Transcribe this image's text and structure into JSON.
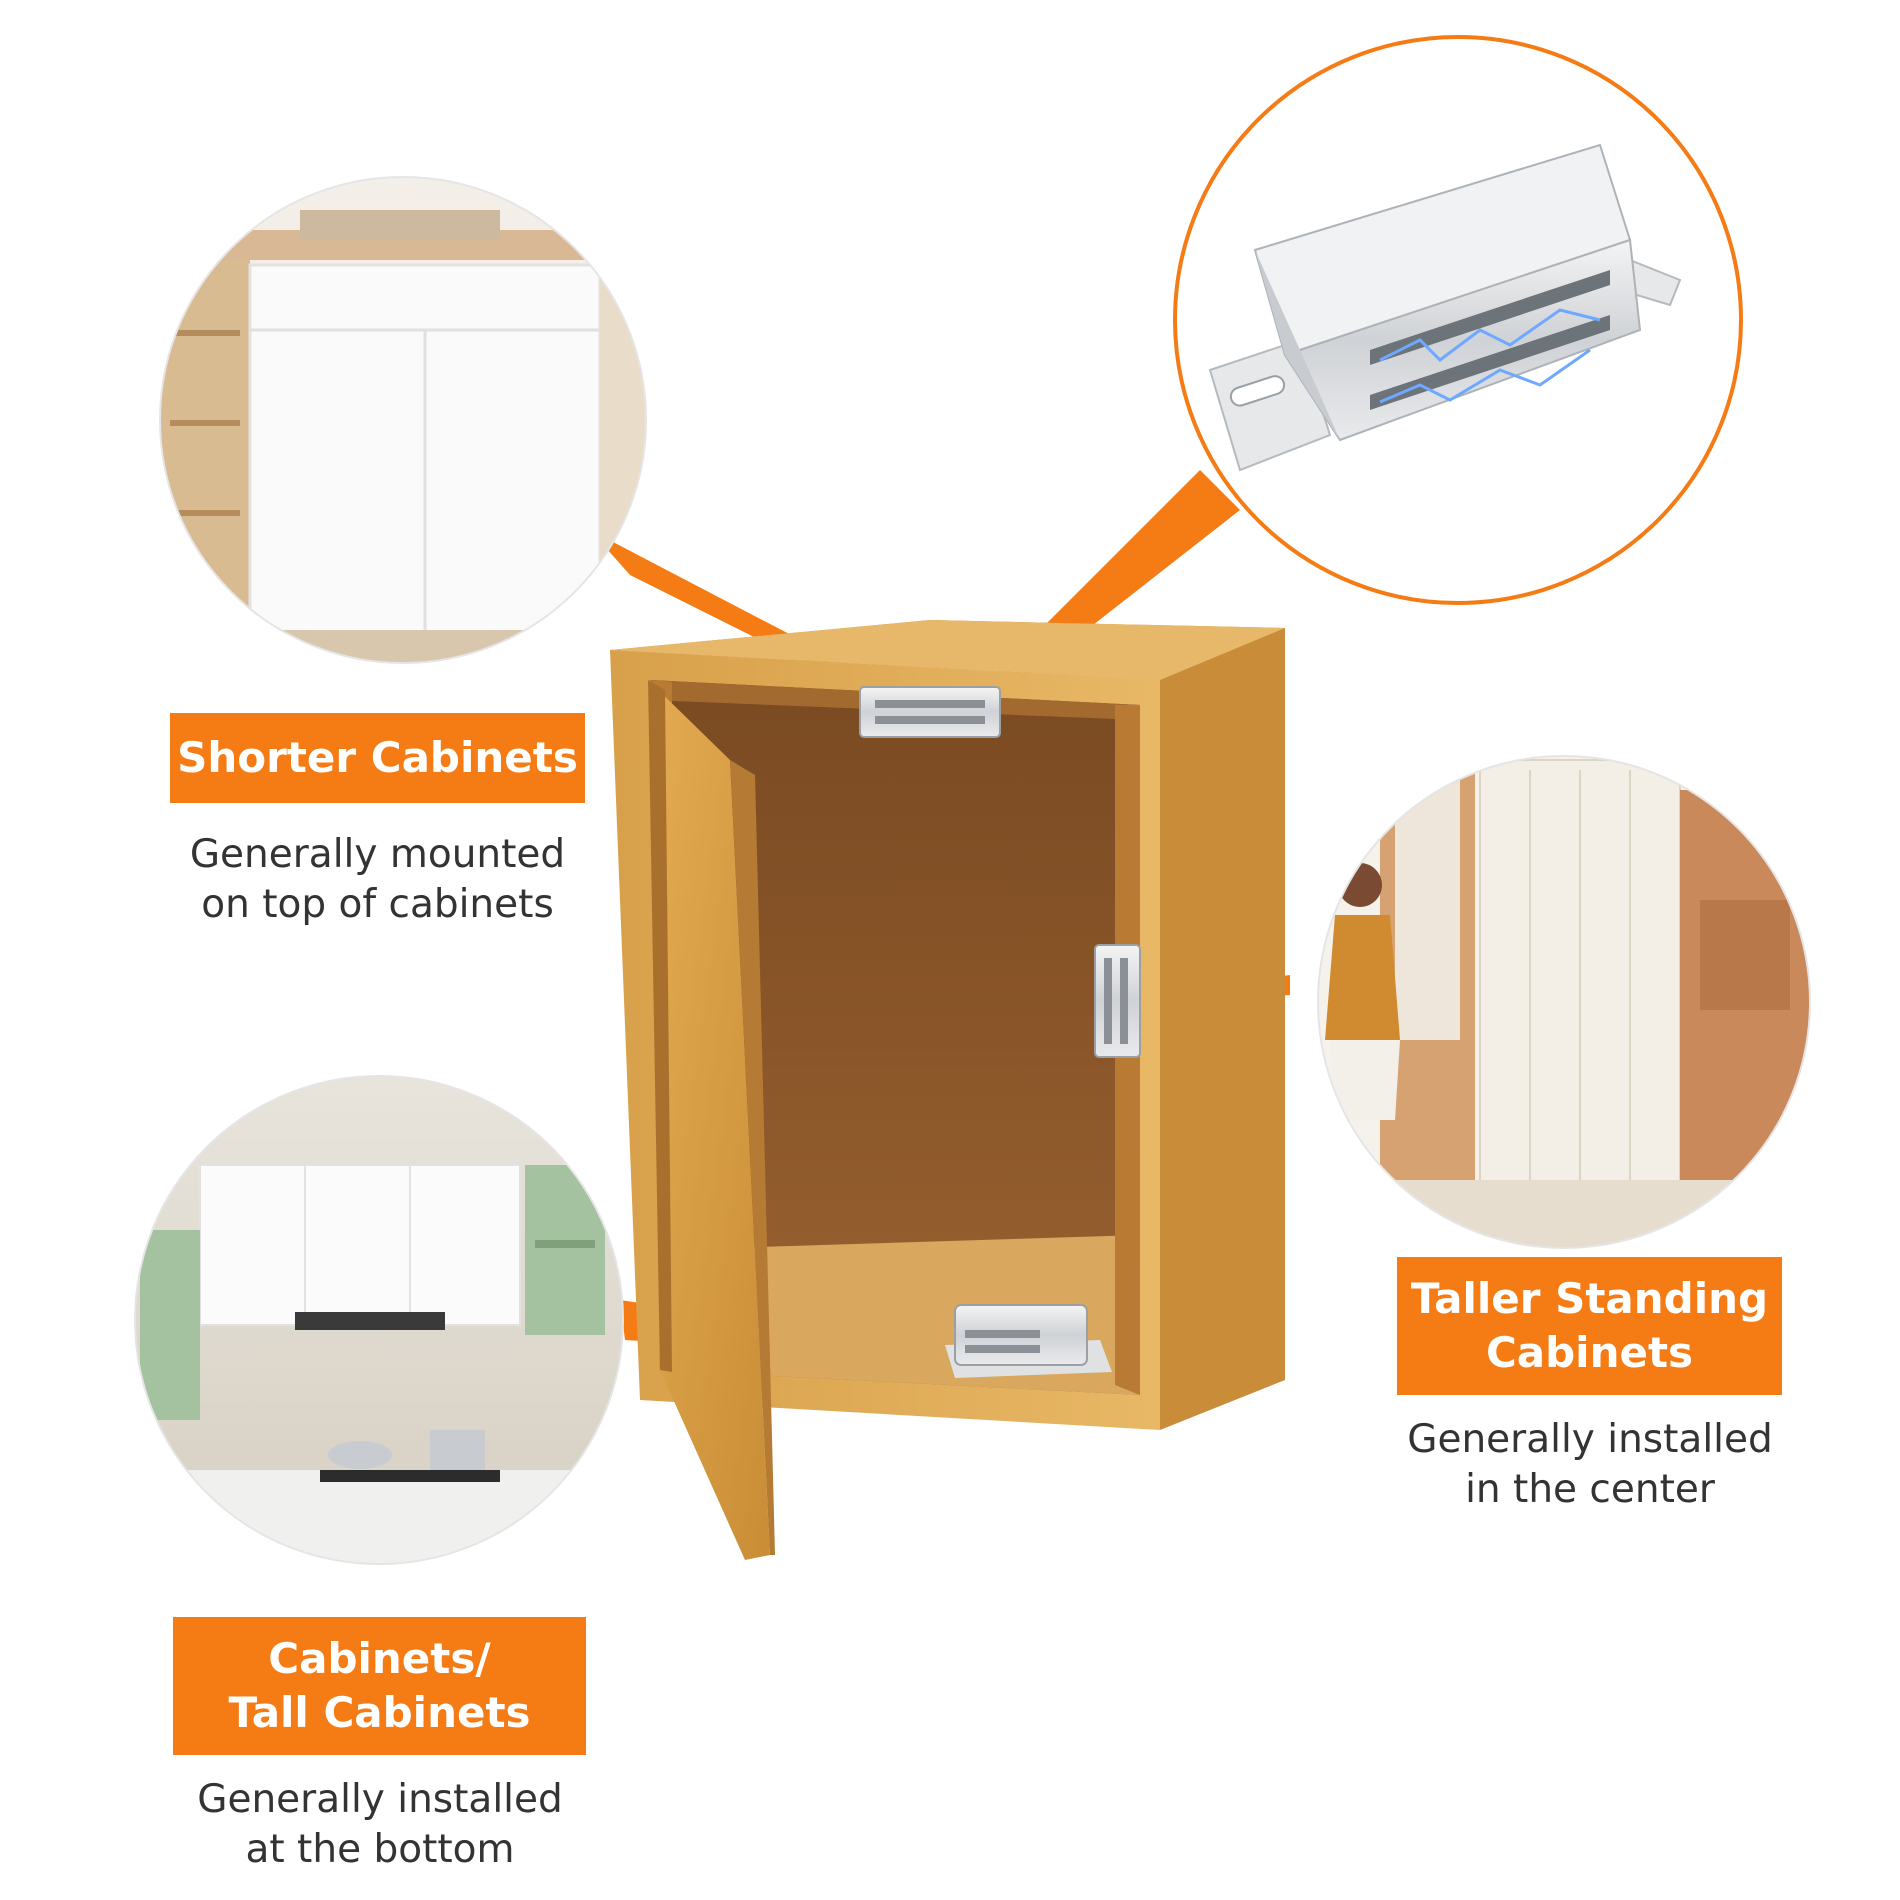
{
  "accent_color": "#f57c14",
  "placements": [
    {
      "id": "shorter",
      "title_lines": [
        "Shorter Cabinets"
      ],
      "desc_lines": [
        "Generally mounted",
        "on top of cabinets"
      ]
    },
    {
      "id": "taller",
      "title_lines": [
        "Taller Standing",
        "Cabinets"
      ],
      "desc_lines": [
        "Generally installed",
        "in the center"
      ]
    },
    {
      "id": "tall",
      "title_lines": [
        "Cabinets/",
        "Tall Cabinets"
      ],
      "desc_lines": [
        "Generally installed",
        "at the bottom"
      ]
    }
  ]
}
